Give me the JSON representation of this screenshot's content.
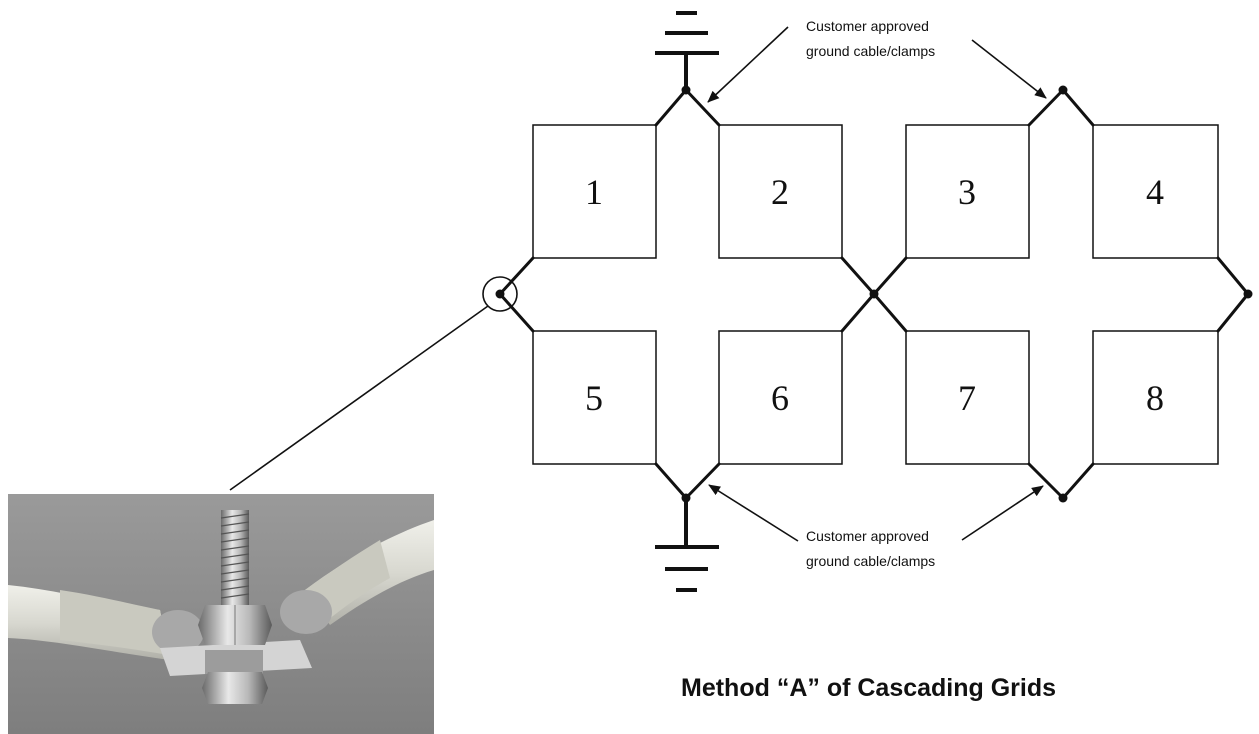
{
  "diagram": {
    "title": "Method “A” of Cascading Grids",
    "callout_top": {
      "line1": "Customer approved",
      "line2": "ground cable/clamps"
    },
    "callout_bottom": {
      "line1": "Customer approved",
      "line2": "ground cable/clamps"
    },
    "grids": [
      {
        "label": "1"
      },
      {
        "label": "2"
      },
      {
        "label": "3"
      },
      {
        "label": "4"
      },
      {
        "label": "5"
      },
      {
        "label": "6"
      },
      {
        "label": "7"
      },
      {
        "label": "8"
      }
    ]
  },
  "photo": {
    "subject": "ground-clamp-bolt-photo"
  },
  "colors": {
    "line": "#111111",
    "background": "#ffffff",
    "photo_bg": "#8a8a8a"
  }
}
